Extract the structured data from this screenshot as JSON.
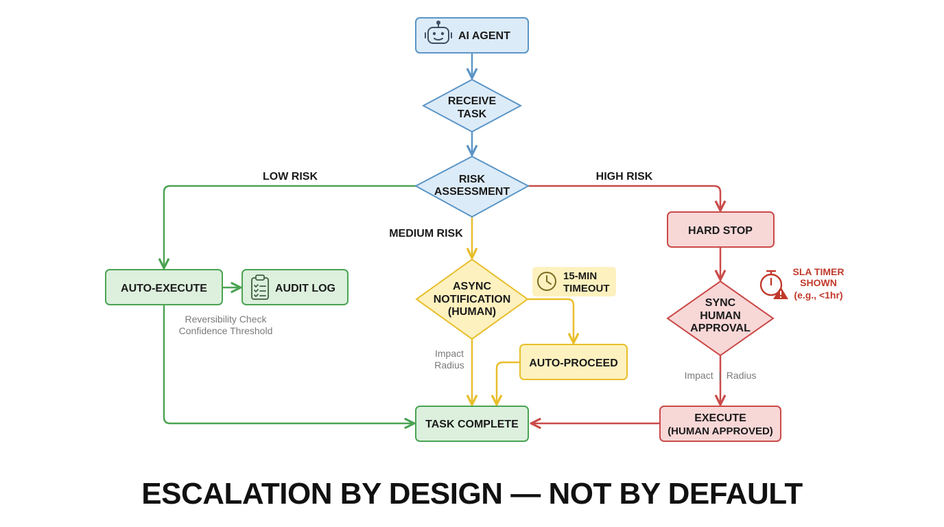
{
  "title": "ESCALATION BY DESIGN — NOT BY DEFAULT",
  "nodes": {
    "ai_agent": "AI AGENT",
    "receive_task": [
      "RECEIVE",
      "TASK"
    ],
    "risk_assessment": [
      "RISK",
      "ASSESSMENT"
    ],
    "auto_execute": "AUTO-EXECUTE",
    "audit_log": "AUDIT LOG",
    "async_notification": [
      "ASYNC",
      "NOTIFICATION",
      "(HUMAN)"
    ],
    "timeout": [
      "15-MIN",
      "TIMEOUT"
    ],
    "auto_proceed": "AUTO-PROCEED",
    "hard_stop": "HARD STOP",
    "sync_approval": [
      "SYNC",
      "HUMAN",
      "APPROVAL"
    ],
    "execute": [
      "EXECUTE",
      "(HUMAN APPROVED)"
    ],
    "task_complete": "TASK COMPLETE"
  },
  "edge_labels": {
    "low_risk": "LOW RISK",
    "medium_risk": "MEDIUM RISK",
    "high_risk": "HIGH RISK"
  },
  "notes": {
    "low_checks": [
      "Reversibility Check",
      "Confidence Threshold"
    ],
    "medium_impact": [
      "Impact",
      "Radius"
    ],
    "high_impact": "Impact  |  Radius",
    "sla_timer": [
      "SLA TIMER",
      "SHOWN",
      "(e.g., <1hr)"
    ]
  },
  "icons": {
    "agent": "robot-icon",
    "audit": "clipboard-icon",
    "timeout": "clock-icon",
    "sla": "stopwatch-warning-icon"
  },
  "colors": {
    "blue_fill": "#dcebf8",
    "blue_stroke": "#5b95c6",
    "green_fill": "#dcf0dd",
    "green_stroke": "#4aa352",
    "yellow_fill": "#fdf1bf",
    "yellow_stroke": "#e8be2a",
    "red_fill": "#f8d7d7",
    "red_stroke": "#c94a48"
  }
}
